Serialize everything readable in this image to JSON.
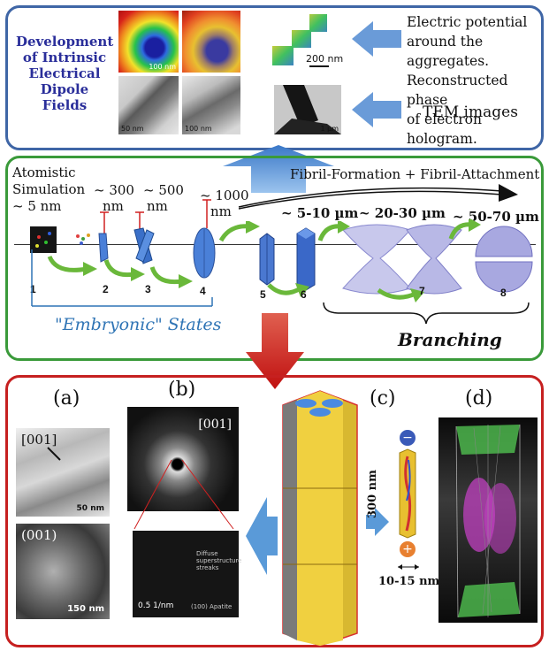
{
  "top": {
    "title_lines": [
      "Development",
      "of Intrinsic",
      "Electrical",
      "Dipole Fields"
    ],
    "right_text_lines": [
      "Electric potential",
      "around the aggregates.",
      "Reconstructed phase",
      "of electron hologram."
    ],
    "tem_label": "TEM images",
    "scalebar_200": "200 nm",
    "img_captions": [
      "100 nm",
      "50 nm",
      "100 nm",
      "1 µm"
    ]
  },
  "middle": {
    "atomistic_lines": [
      "Atomistic",
      "Simulation"
    ],
    "size_labels": [
      "~ 5 nm",
      "~ 300",
      "nm",
      "~ 500",
      "nm",
      "~ 1000",
      "nm",
      "~ 5-10 µm",
      "~ 20-30 µm",
      "~ 50-70 µm"
    ],
    "fibril_label": "Fibril-Formation + Fibril-Attachment",
    "stage_numbers": [
      "1",
      "2",
      "3",
      "4",
      "5",
      "6",
      "7",
      "8"
    ],
    "embryonic_label": "\"Embryonic\" States",
    "branching_label": "Branching"
  },
  "bottom": {
    "letters": [
      "(a)",
      "(b)",
      "(c)",
      "(d)"
    ],
    "a_labels": [
      "[001]",
      "(001)"
    ],
    "a_scales": [
      "50 nm",
      "150 nm"
    ],
    "b_label": "[001]",
    "b_inset_texts": [
      "Diffuse superstructure streaks",
      "(100) Apatite"
    ],
    "b_scale": "0.5 1/nm",
    "c_dimension_vertical": "300 nm",
    "c_dimension_horizontal": "10-15 nm",
    "c_minus": "−",
    "c_plus": "+"
  },
  "colors": {
    "top_border": "#3f66a6",
    "mid_border": "#3a9a3a",
    "bot_border": "#c62020",
    "blue_text": "#2a2e9a",
    "embryonic_text": "#2f74b5"
  }
}
